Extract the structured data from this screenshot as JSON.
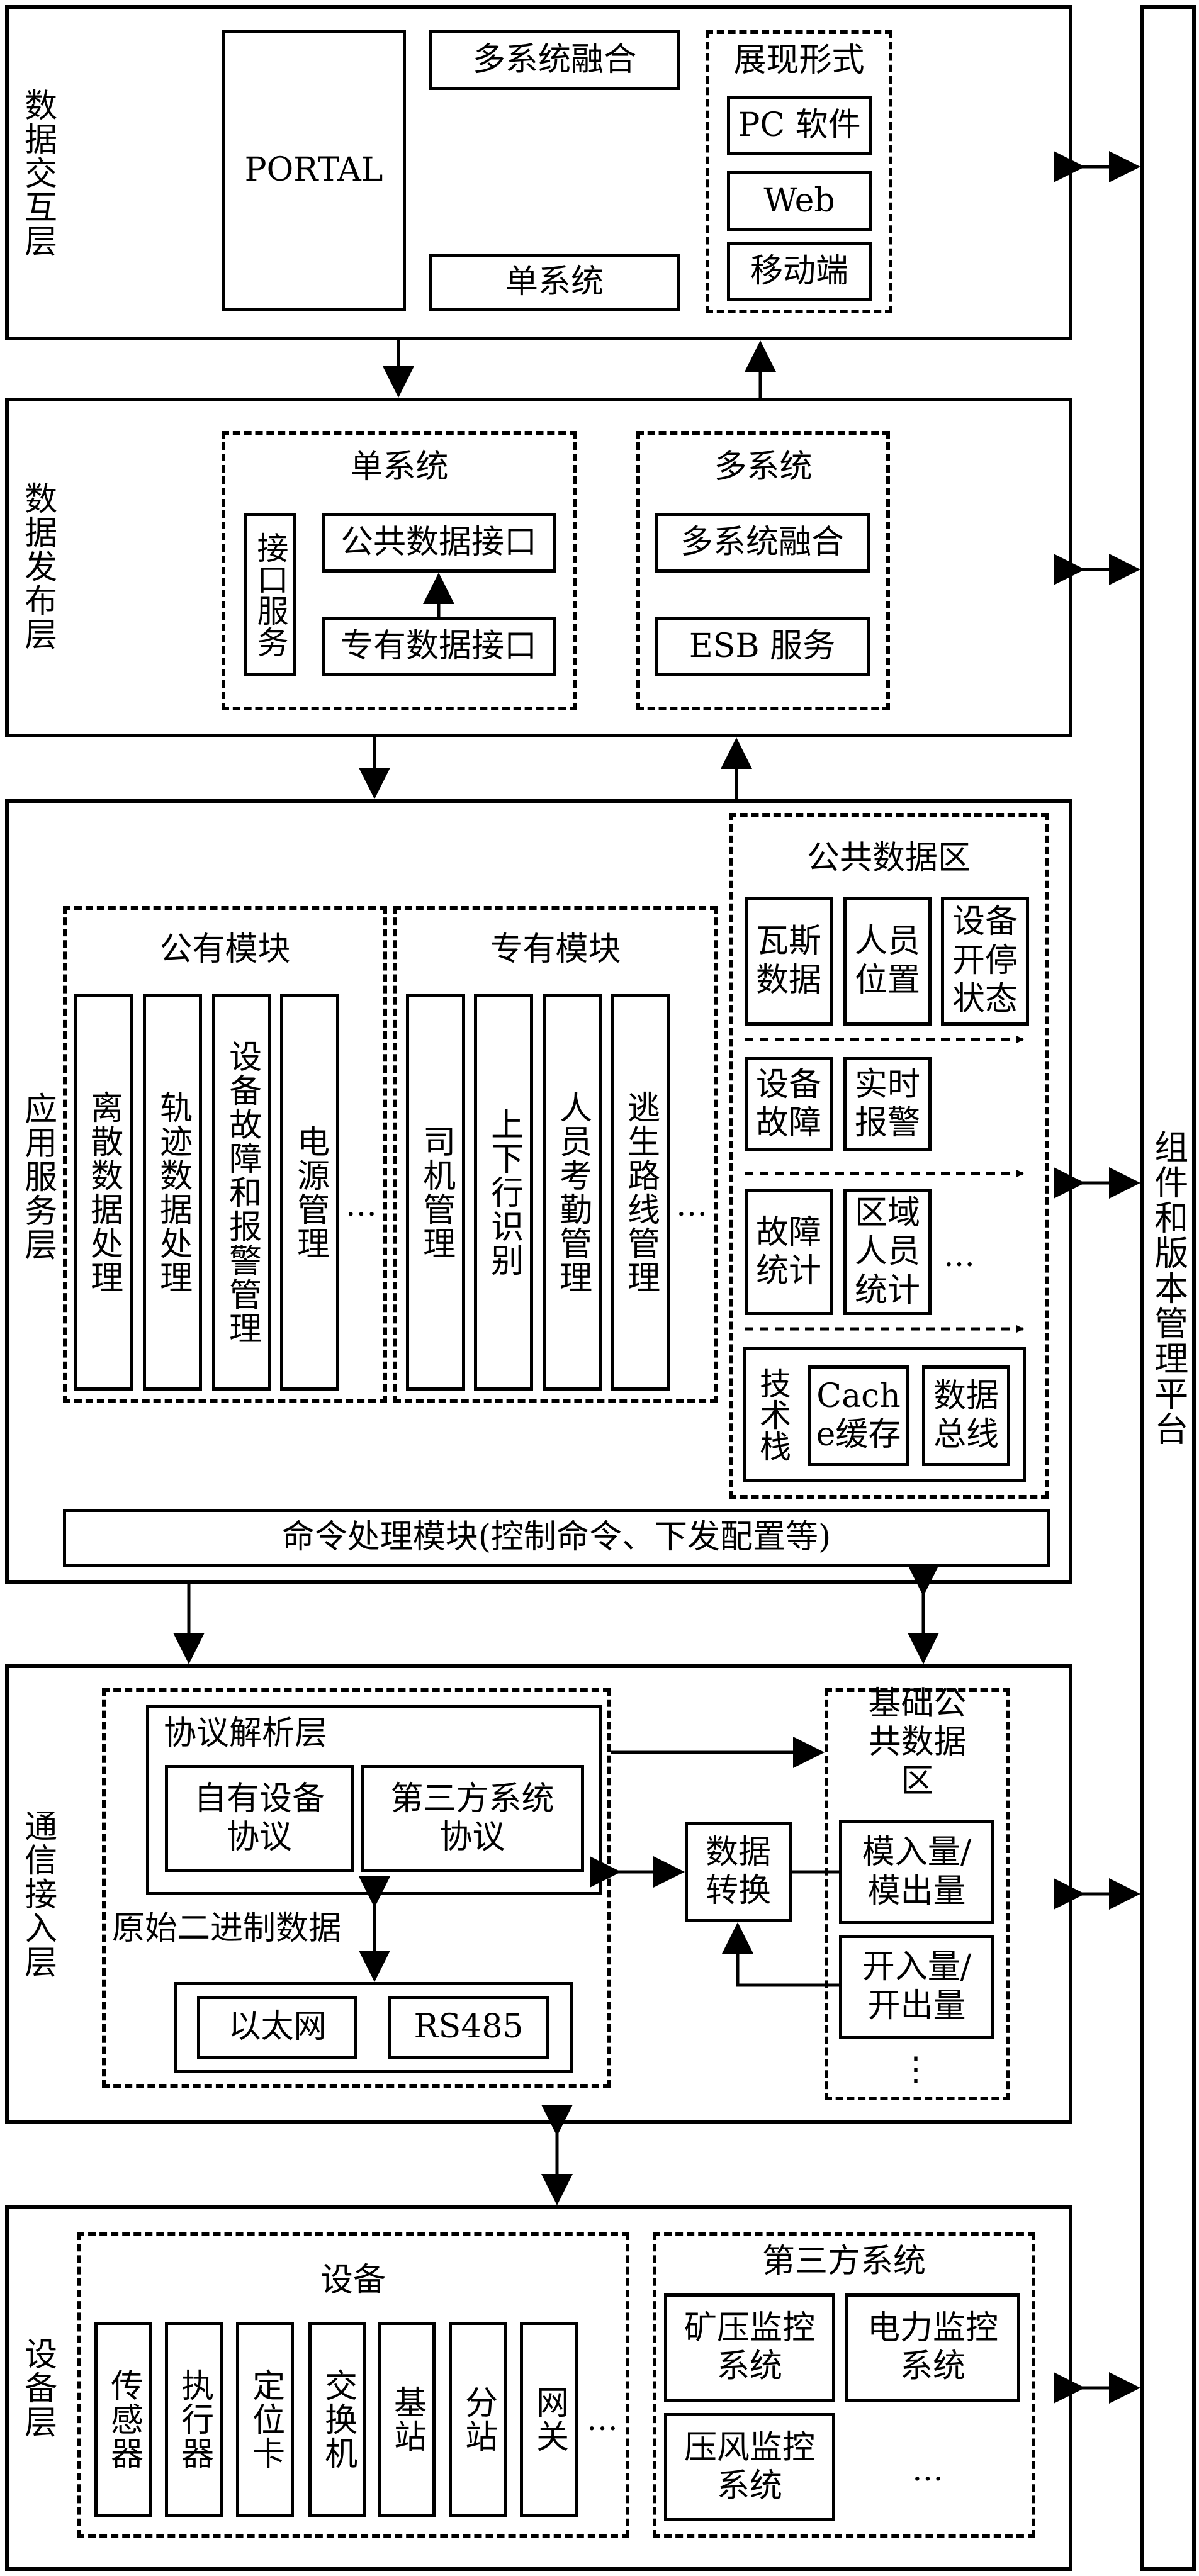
{
  "platform": {
    "label": "组件和版本管理平台"
  },
  "layers": {
    "interaction": {
      "label": "数据交互层",
      "portal": "PORTAL",
      "multi_fusion": "多系统融合",
      "single": "单系统",
      "display": {
        "title": "展现形式",
        "items": [
          "PC 软件",
          "Web",
          "移动端"
        ]
      }
    },
    "publish": {
      "label": "数据发布层",
      "single": {
        "title": "单系统",
        "interface_service": "接口服务",
        "public_interface": "公共数据接口",
        "private_interface": "专有数据接口"
      },
      "multi": {
        "title": "多系统",
        "fusion": "多系统融合",
        "esb": "ESB 服务"
      }
    },
    "application": {
      "label": "应用服务层",
      "public_modules": {
        "title": "公有模块",
        "items": [
          "离散数据处理",
          "轨迹数据处理",
          "设备故障和报警管理",
          "电源管理"
        ],
        "more": "…"
      },
      "private_modules": {
        "title": "专有模块",
        "items": [
          "司机管理",
          "上下行识别",
          "人员考勤管理",
          "逃生路线管理"
        ],
        "more": "…"
      },
      "public_data": {
        "title": "公共数据区",
        "row1": [
          "瓦斯数据",
          "人员位置",
          "设备开停状态"
        ],
        "row2": [
          "设备故障",
          "实时报警"
        ],
        "row3": [
          "故障统计",
          "区域人员统计"
        ],
        "row3_more": "…",
        "stack": {
          "label": "技术栈",
          "cache": "Cache缓存",
          "bus": "数据总线"
        }
      },
      "command": "命令处理模块(控制命令、下发配置等)"
    },
    "comm": {
      "label": "通信接入层",
      "protocol": {
        "title": "协议解析层",
        "own": "自有设备协议",
        "third": "第三方系统协议"
      },
      "raw": "原始二进制数据",
      "ethernet": "以太网",
      "rs485": "RS485",
      "convert": "数据转换",
      "base_data": {
        "title": "基础公共数据区",
        "analog": "模入量/模出量",
        "digital": "开入量/开出量",
        "more": "⋮"
      }
    },
    "device": {
      "label": "设备层",
      "devices": {
        "title": "设备",
        "items": [
          "传感器",
          "执行器",
          "定位卡",
          "交换机",
          "基站",
          "分站",
          "网关"
        ],
        "more": "…"
      },
      "third_party": {
        "title": "第三方系统",
        "items": [
          "矿压监控系统",
          "电力监控系统",
          "压风监控系统"
        ],
        "more": "…"
      }
    }
  }
}
